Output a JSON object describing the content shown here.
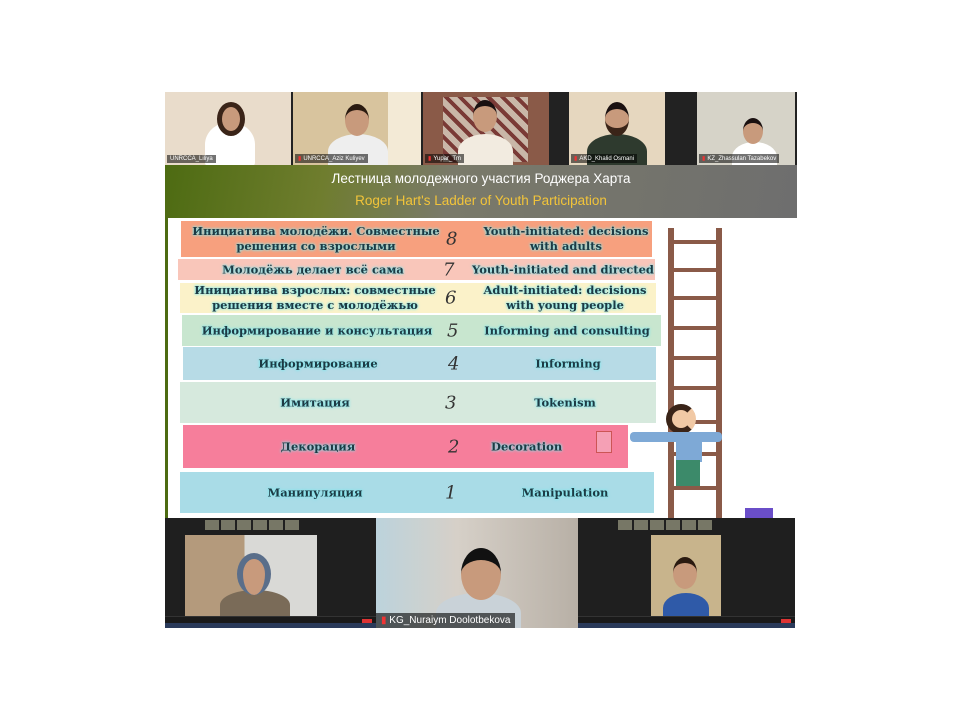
{
  "participants_top": [
    {
      "name": "UNRCCA_Liliya"
    },
    {
      "name": "UNRCCA_Aziz Kuliyev"
    },
    {
      "name": "Yupar_Tm"
    },
    {
      "name": "AKD_Khalid Osmani"
    },
    {
      "name": "KZ_Zhassulan Tazabekov"
    }
  ],
  "slide": {
    "title_ru": "Лестница молодежного участия Роджера Харта",
    "title_en": "Roger Hart's Ladder of Youth Participation",
    "rows": [
      {
        "num": "8",
        "ru": "Инициатива молодёжи. Совместные решения со взрослыми",
        "en": "Youth-initiated: decisions with adults",
        "color": "#f7a07e"
      },
      {
        "num": "7",
        "ru": "Молодёжь делает всё сама",
        "en": "Youth-initiated and directed",
        "color": "#f9c6ba"
      },
      {
        "num": "6",
        "ru": "Инициатива взрослых: совместные решения вместе с молодёжью",
        "en": "Adult-initiated: decisions with young people",
        "color": "#fbf2c9"
      },
      {
        "num": "5",
        "ru": "Информирование и консультация",
        "en": "Informing and consulting",
        "color": "#c8e6cf"
      },
      {
        "num": "4",
        "ru": "Информирование",
        "en": "Informing",
        "color": "#b7dbe6"
      },
      {
        "num": "3",
        "ru": "Имитация",
        "en": "Tokenism",
        "color": "#d6e9dd"
      },
      {
        "num": "2",
        "ru": "Декорация",
        "en": "Decoration",
        "color": "#f67e9b"
      },
      {
        "num": "1",
        "ru": "Манипуляция",
        "en": "Manipulation",
        "color": "#a9dce7"
      }
    ]
  },
  "participants_bottom": [
    {
      "name": "KG_Nuraiym Doolotbekova"
    }
  ]
}
